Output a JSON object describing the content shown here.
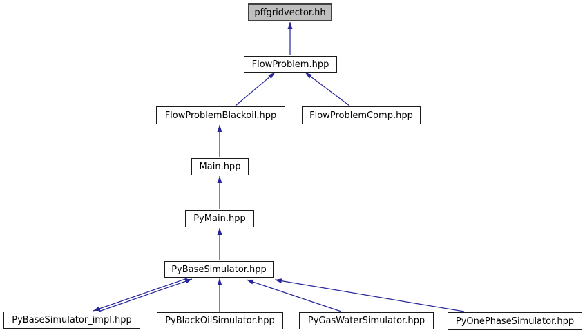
{
  "diagram": {
    "kind": "doxygen-included-by-dependency-graph",
    "colors": {
      "edge": "#26269a",
      "node_border": "#1a1a1a",
      "node_fill": "#ffffff",
      "current_node_fill": "#bfbfbf",
      "current_node_border": "#404040"
    },
    "nodes": [
      {
        "id": "pffgridvector",
        "label": "pffgridvector.hh",
        "current": true
      },
      {
        "id": "flowproblem",
        "label": "FlowProblem.hpp",
        "current": false
      },
      {
        "id": "flowproblemblackoil",
        "label": "FlowProblemBlackoil.hpp",
        "current": false
      },
      {
        "id": "flowproblemcomp",
        "label": "FlowProblemComp.hpp",
        "current": false
      },
      {
        "id": "main",
        "label": "Main.hpp",
        "current": false
      },
      {
        "id": "pymain",
        "label": "PyMain.hpp",
        "current": false
      },
      {
        "id": "pybasesimulator",
        "label": "PyBaseSimulator.hpp",
        "current": false
      },
      {
        "id": "pybasesimulatorimpl",
        "label": "PyBaseSimulator_impl.hpp",
        "current": false
      },
      {
        "id": "pyblackoilsimulator",
        "label": "PyBlackOilSimulator.hpp",
        "current": false
      },
      {
        "id": "pygaswatersimulator",
        "label": "PyGasWaterSimulator.hpp",
        "current": false
      },
      {
        "id": "pyonephasesimulator",
        "label": "PyOnePhaseSimulator.hpp",
        "current": false
      }
    ],
    "edges": [
      {
        "from": "FlowProblem.hpp",
        "to": "pffgridvector.hh"
      },
      {
        "from": "FlowProblemBlackoil.hpp",
        "to": "FlowProblem.hpp"
      },
      {
        "from": "FlowProblemComp.hpp",
        "to": "FlowProblem.hpp"
      },
      {
        "from": "Main.hpp",
        "to": "FlowProblemBlackoil.hpp"
      },
      {
        "from": "PyMain.hpp",
        "to": "Main.hpp"
      },
      {
        "from": "PyBaseSimulator.hpp",
        "to": "PyMain.hpp"
      },
      {
        "from": "PyBaseSimulator_impl.hpp",
        "to": "PyBaseSimulator.hpp"
      },
      {
        "from": "PyBaseSimulator.hpp",
        "to": "PyBaseSimulator_impl.hpp"
      },
      {
        "from": "PyBlackOilSimulator.hpp",
        "to": "PyBaseSimulator.hpp"
      },
      {
        "from": "PyGasWaterSimulator.hpp",
        "to": "PyBaseSimulator.hpp"
      },
      {
        "from": "PyOnePhaseSimulator.hpp",
        "to": "PyBaseSimulator.hpp"
      }
    ]
  }
}
